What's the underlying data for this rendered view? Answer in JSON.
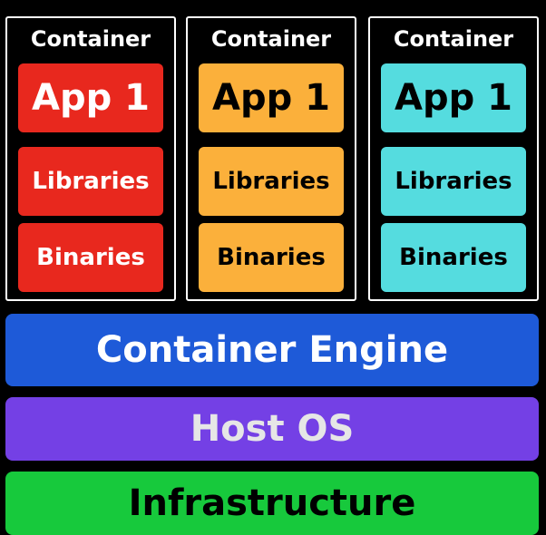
{
  "colors": {
    "red": "#e8281e",
    "orange": "#fbb03b",
    "cyan": "#55dcdf",
    "blue": "#1e5ad8",
    "purple": "#7440e5",
    "green": "#17c93c",
    "text_light": "#ffffff",
    "text_dark": "#000000",
    "text_host": "#e6e6e6"
  },
  "containers": [
    {
      "title": "Container",
      "app": "App 1",
      "libraries": "Libraries",
      "binaries": "Binaries"
    },
    {
      "title": "Container",
      "app": "App 1",
      "libraries": "Libraries",
      "binaries": "Binaries"
    },
    {
      "title": "Container",
      "app": "App 1",
      "libraries": "Libraries",
      "binaries": "Binaries"
    }
  ],
  "layers": {
    "engine": "Container Engine",
    "host_os": "Host OS",
    "infrastructure": "Infrastructure"
  }
}
